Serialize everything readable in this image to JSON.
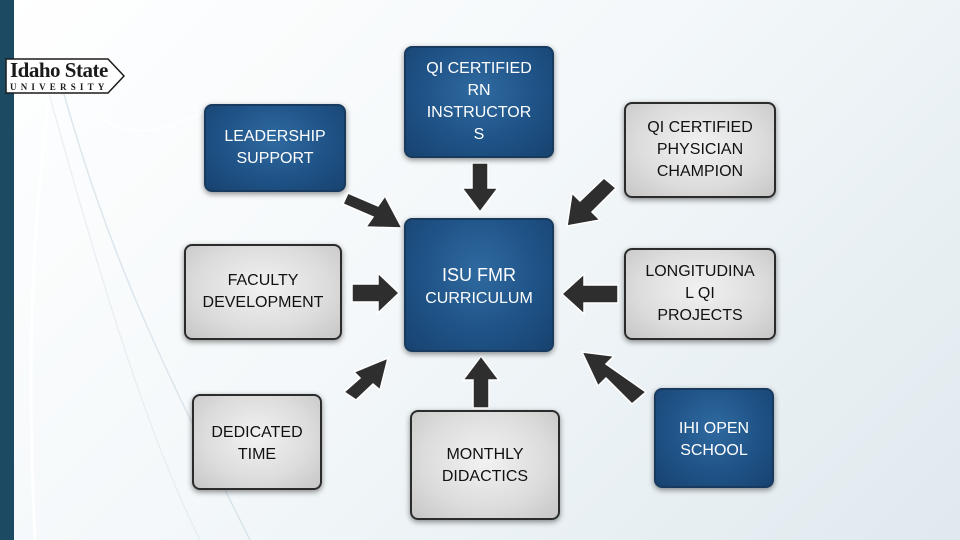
{
  "logo": {
    "line1": "Idaho State",
    "line2": "UNIVERSITY"
  },
  "boxes": {
    "leadership": "LEADERSHIP\nSUPPORT",
    "rn": "QI CERTIFIED\nRN\nINSTRUCTOR\nS",
    "physician": "QI CERTIFIED\nPHYSICIAN\nCHAMPION",
    "faculty": "FACULTY\nDEVELOPMENT",
    "center_line1": "ISU FMR",
    "center_line2": "CURRICULUM",
    "longitudinal": "LONGITUDINA\nL QI\nPROJECTS",
    "dedicated": "DEDICATED\nTIME",
    "monthly": "MONTHLY\nDIDACTICS",
    "ihi": "IHI OPEN\nSCHOOL"
  },
  "colors": {
    "box_blue": "#1f5387",
    "box_gray": "#dcdcdc",
    "arrow": "#2e2e2e",
    "left_bar": "#1d4a63"
  }
}
